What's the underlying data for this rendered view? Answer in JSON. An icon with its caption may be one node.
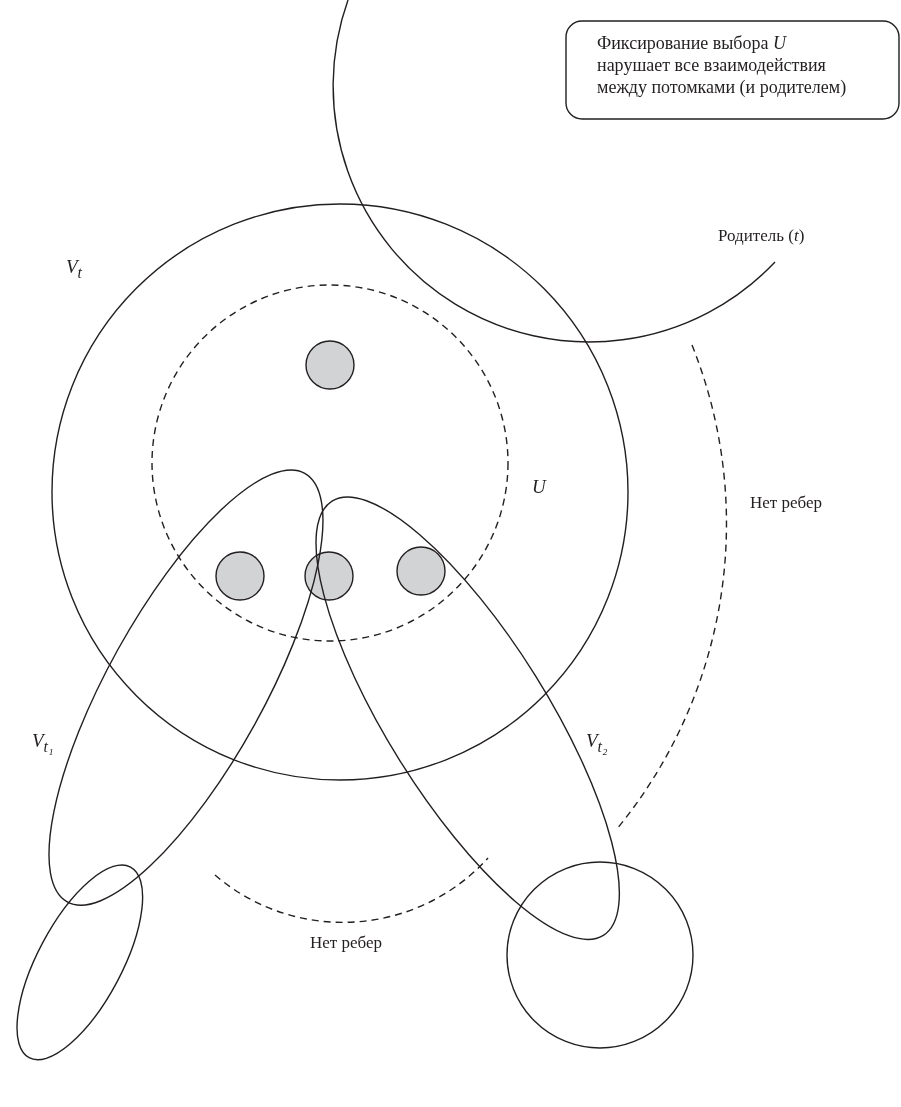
{
  "diagram": {
    "nodes": [
      {
        "text": [
          "Фиксирование выбора *U* нарушает все взаимодействия между потомками (и родителем)"
        ]
      },
      {
        "text": [
          "Родитель (*t*)"
        ]
      },
      {
        "text": [
          "V$_{t}$"
        ]
      },
      {
        "text": [
          "U"
        ],
        "in": 2
      },
      {
        "text": [],
        "shape": "circle",
        "in": 3
      },
      {
        "text": [],
        "shape": "circle"
      },
      {
        "text": [],
        "shape": "circle",
        "in": 3
      },
      {
        "text": [],
        "shape": "circle"
      },
      {
        "text": [
          "V$_{t₁}$"
        ]
      },
      {
        "text": [
          "V$_{t₂}$"
        ]
      },
      {
        "text": [],
        "shape": "ellipse"
      },
      {
        "text": [],
        "shape": "circle"
      }
    ],
    "edges": [],
    "labels": [
      "Нет ребер",
      "Нет ребер"
    ]
  }
}
